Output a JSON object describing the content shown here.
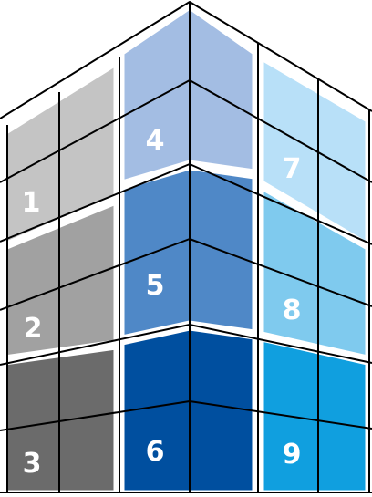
{
  "panels": [
    {
      "label": "1",
      "color": "#c4c4c4"
    },
    {
      "label": "2",
      "color": "#a1a1a1"
    },
    {
      "label": "3",
      "color": "#6b6b6b"
    },
    {
      "label": "4",
      "color": "#a3bde3"
    },
    {
      "label": "5",
      "color": "#4f88c7"
    },
    {
      "label": "6",
      "color": "#004f9f"
    },
    {
      "label": "7",
      "color": "#b8e0f8"
    },
    {
      "label": "8",
      "color": "#7fcaee"
    },
    {
      "label": "9",
      "color": "#109fdf"
    }
  ],
  "label_color": "#ffffff",
  "line_color": "#000000",
  "border_color": "#ffffff"
}
